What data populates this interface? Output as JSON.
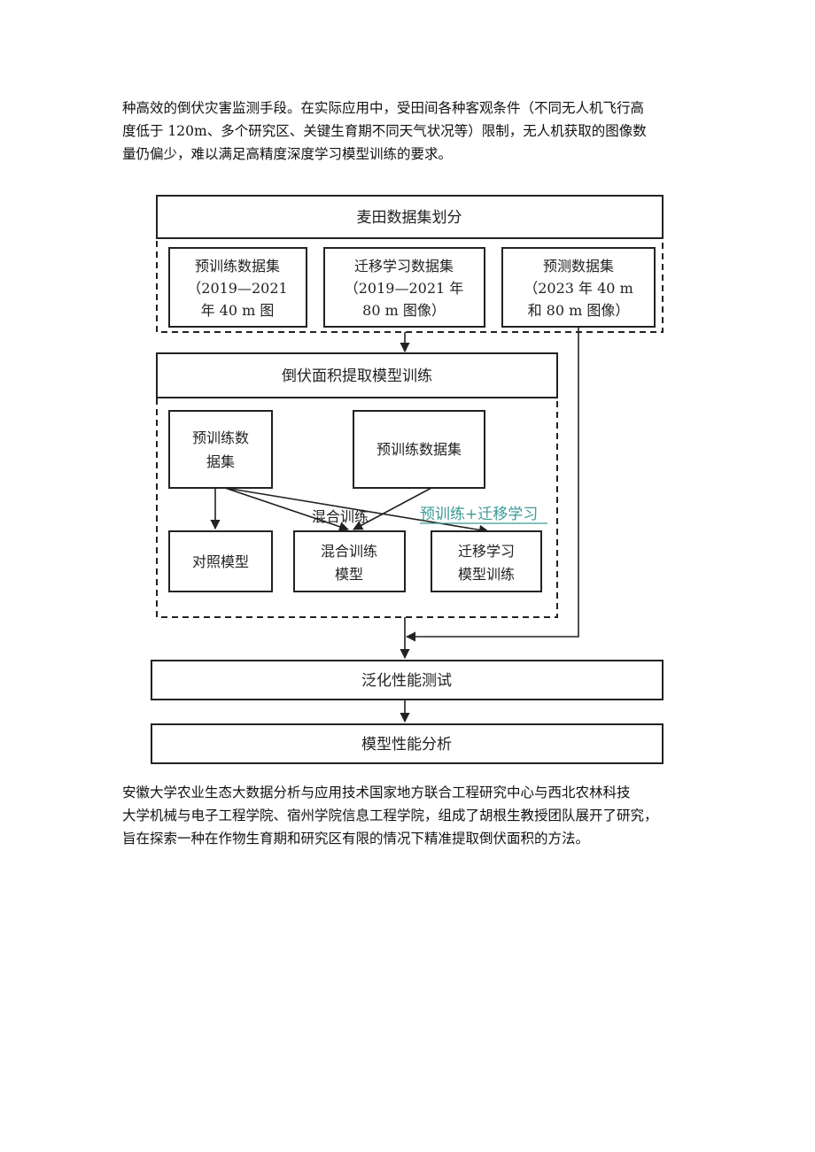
{
  "intro_paragraph": {
    "lines": [
      "种高效的倒伏灾害监测手段。在实际应用中，受田间各种客观条件（不同无人机飞行高",
      "度低于 120m、多个研究区、关键生育期不同天气状况等）限制，无人机获取的图像数",
      "量仍偏少，难以满足高精度深度学习模型训练的要求。"
    ]
  },
  "flowchart": {
    "top_title": "麦田数据集划分",
    "datasets": [
      {
        "lines": [
          "预训练数据集",
          "（2019—2021",
          "年 40 m 图"
        ]
      },
      {
        "lines": [
          "迁移学习数据集",
          "（2019—2021 年",
          "80 m 图像）"
        ]
      },
      {
        "lines": [
          "预测数据集",
          "（2023 年 40 m",
          "和 80 m 图像）"
        ]
      }
    ],
    "training_title": "倒伏面积提取模型训练",
    "inner_left": {
      "lines": [
        "预训练数",
        "据集"
      ]
    },
    "inner_right": {
      "lines": [
        "预训练数据集"
      ]
    },
    "edge_label_mixed": "混合训练",
    "edge_label_transfer": "预训练+迁移学习",
    "models": [
      {
        "lines": [
          "对照模型"
        ]
      },
      {
        "lines": [
          "混合训练",
          "模型"
        ]
      },
      {
        "lines": [
          "迁移学习",
          "模型训练"
        ]
      }
    ],
    "generalization": "泛化性能测试",
    "analysis": "模型性能分析",
    "accent_color": "#3a9a96"
  },
  "closing_paragraph": {
    "lines": [
      "安徽大学农业生态大数据分析与应用技术国家地方联合工程研究中心与西北农林科技",
      "大学机械与电子工程学院、宿州学院信息工程学院，组成了胡根生教授团队展开了研究，",
      "旨在探索一种在作物生育期和研究区有限的情况下精准提取倒伏面积的方法。"
    ]
  }
}
